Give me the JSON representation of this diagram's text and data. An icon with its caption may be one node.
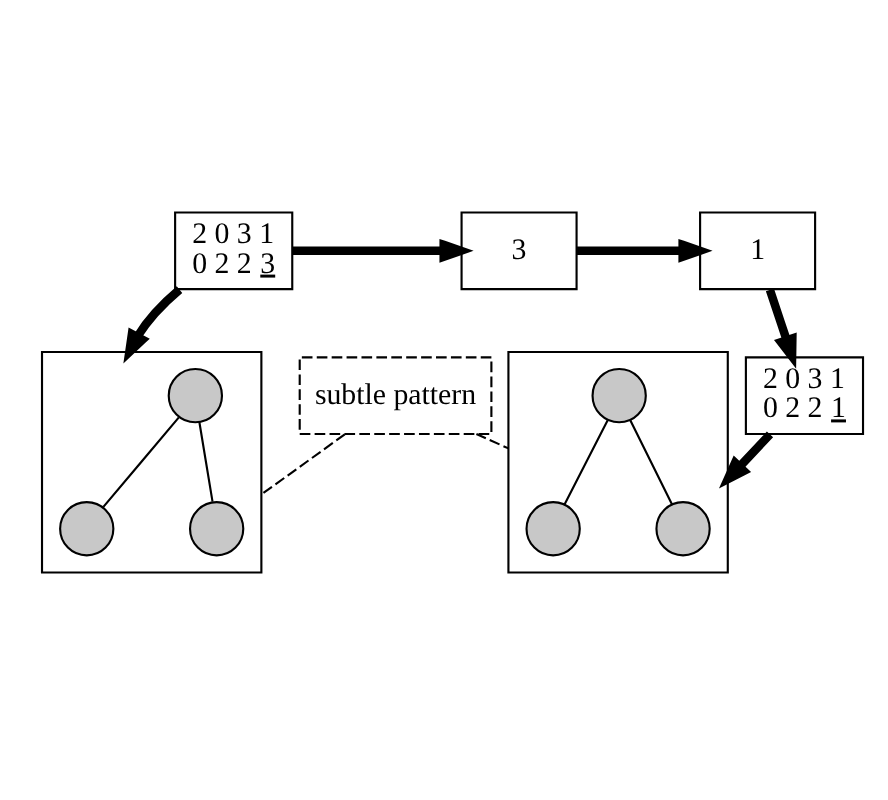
{
  "diagram": {
    "nodes": [
      {
        "text": [
          "2 0 3 1 0 2 2 3"
        ]
      },
      {
        "text": [
          "3"
        ]
      },
      {
        "text": [
          "1"
        ]
      },
      {
        "text": [
          "2 0 3 1 0 2 2 1"
        ]
      },
      {
        "text": [],
        "shape": "box"
      },
      {
        "text": [],
        "shape": "circle",
        "in": 4
      },
      {
        "text": [],
        "shape": "circle",
        "in": 4
      },
      {
        "text": [],
        "shape": "circle",
        "in": 4
      },
      {
        "text": [],
        "shape": "box"
      },
      {
        "text": [],
        "shape": "circle",
        "in": 8
      },
      {
        "text": [],
        "shape": "circle",
        "in": 8
      },
      {
        "text": [],
        "shape": "circle",
        "in": 8
      },
      {
        "text": [
          "subtle pattern"
        ]
      }
    ],
    "edges": [
      {
        "from": 0,
        "to": 1,
        "arrow": "to",
        "style": "thick"
      },
      {
        "from": 1,
        "to": 2,
        "arrow": "to",
        "style": "thick"
      },
      {
        "from": 2,
        "to": 3,
        "arrow": "to",
        "style": "thick"
      },
      {
        "from": 0,
        "to": 4,
        "arrow": "to",
        "style": "thick"
      },
      {
        "from": 3,
        "to": 8,
        "arrow": "to",
        "style": "thick"
      },
      {
        "from": 5,
        "to": 6,
        "arrow": "none"
      },
      {
        "from": 5,
        "to": 7,
        "arrow": "none"
      },
      {
        "from": 9,
        "to": 10,
        "arrow": "none"
      },
      {
        "from": 9,
        "to": 11,
        "arrow": "none"
      },
      {
        "from": 12,
        "to": 4,
        "arrow": "none",
        "style": "dashed"
      },
      {
        "from": 12,
        "to": 8,
        "arrow": "none",
        "style": "dashed"
      }
    ]
  }
}
